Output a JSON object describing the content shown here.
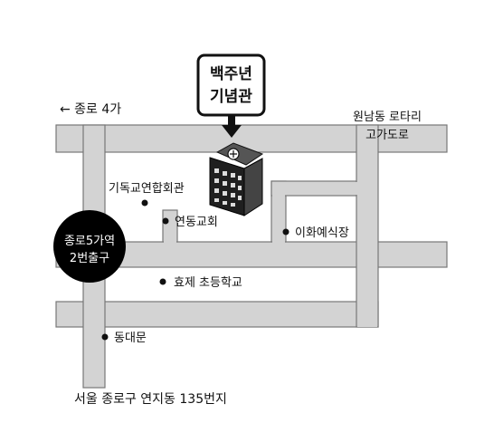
{
  "landmark": {
    "line1": "백주년",
    "line2": "기념관"
  },
  "arrow_jongno": "← 종로 4가",
  "wonnam": {
    "line1": "원남동 로타리",
    "line2": "고가도로"
  },
  "station": {
    "line1": "종로5가역",
    "line2": "2번출구"
  },
  "places": {
    "christian_hall": "기독교연합회관",
    "yeondong_church": "연동교회",
    "ewha_wedding": "이화예식장",
    "hyoje_school": "효제 초등학교",
    "dongdaemun": "동대문"
  },
  "address": "서울 종로구 연지동 135번지",
  "colors": {
    "road": "#d3d3d3",
    "road_edge": "#777777",
    "ink": "#111111",
    "station_bg": "#000000",
    "station_text": "#ffffff"
  },
  "icons": [
    "building-icon",
    "down-arrow-icon",
    "location-dot-icon"
  ]
}
